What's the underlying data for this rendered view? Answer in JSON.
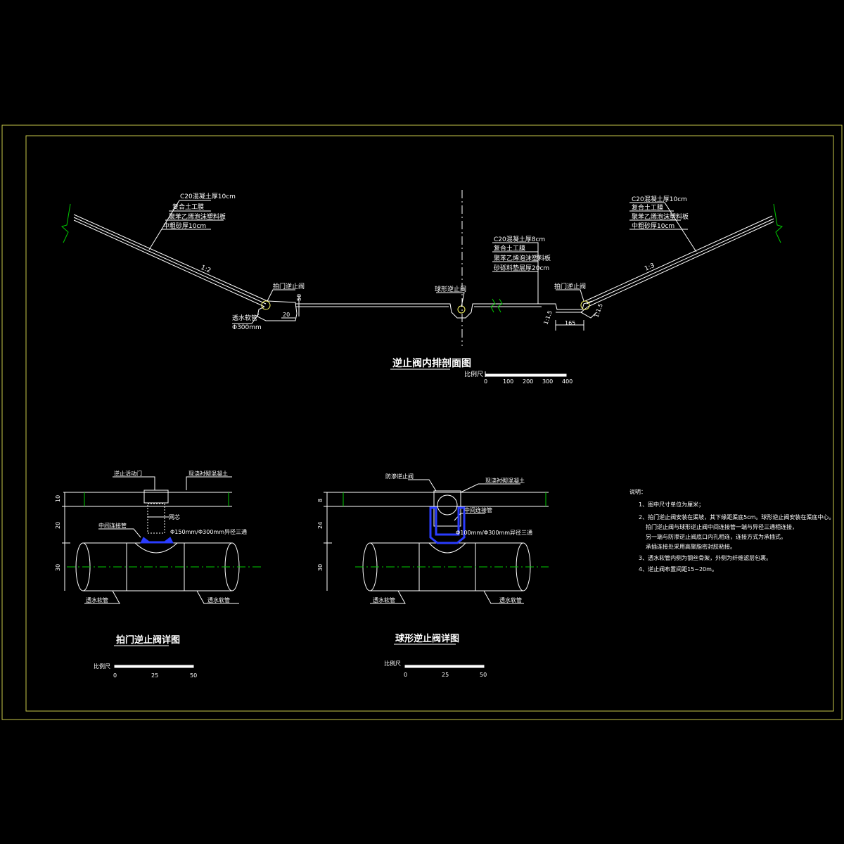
{
  "colors": {
    "background": "#000000",
    "frame": "#c8c84a",
    "line": "#ffffff",
    "yellow": "#ffff66",
    "green": "#00cc00",
    "blue": "#2a3cff"
  },
  "main_section": {
    "title": "逆止阀内排剖面图",
    "scale_label": "比例尺",
    "scale_ticks": [
      "0",
      "100",
      "200",
      "300",
      "400"
    ],
    "left_callouts": [
      "C20混凝土厚10cm",
      "复合土工膜",
      "聚苯乙烯泡沫塑料板",
      "中粗砂厚10cm"
    ],
    "right_callouts": [
      "C20混凝土厚10cm",
      "复合土工膜",
      "聚苯乙烯泡沫塑料板",
      "中粗砂厚10cm"
    ],
    "center_callouts": [
      "C20混凝土厚8cm",
      "复合土工膜",
      "聚苯乙烯泡沫塑料板",
      "砂砾料垫层厚20cm"
    ],
    "slope_left": "1:2",
    "slope_right": "1:3",
    "slope_small_1": "1:1.5",
    "slope_small_2": "1:1.5",
    "valve_left": "拍门逆止阀",
    "valve_center": "球形逆止阀",
    "valve_right": "拍门逆止阀",
    "drain_pipe_label": "透水软管",
    "drain_pipe_dia": "Φ300mm",
    "dim_20": "20",
    "dim_50": "50",
    "dim_165": "165"
  },
  "detail_left": {
    "title": "拍门逆止阀详图",
    "label_door": "逆止活动门",
    "label_concrete": "现浇衬砌混凝土",
    "label_screen": "网芯",
    "label_connect": "中间连接管",
    "label_tee": "Φ150mm/Φ300mm异径三通",
    "label_pipe_left": "透水软管",
    "label_pipe_right": "透水软管",
    "dims": [
      "10",
      "20",
      "30"
    ],
    "scale_label": "比例尺",
    "scale_ticks": [
      "0",
      "25",
      "50"
    ]
  },
  "detail_mid": {
    "title": "球形逆止阀详图",
    "label_valve": "防渗逆止阀",
    "label_concrete": "现浇衬砌混凝土",
    "label_connect": "中间连接管",
    "label_tee": "Φ100mm/Φ300mm异径三通",
    "label_pipe_left": "透水软管",
    "label_pipe_right": "透水软管",
    "dims": [
      "8",
      "24",
      "30"
    ],
    "scale_label": "比例尺",
    "scale_ticks": [
      "0",
      "25",
      "50"
    ]
  },
  "notes": {
    "heading": "说明：",
    "items": [
      "1、图中尺寸单位为厘米；",
      "2、拍门逆止阀安装在渠坡，其下缘距渠底5cm。球形逆止阀安装在渠底中心。",
      "拍门逆止阀与球形逆止阀中间连接管一端与异径三通相连接，",
      "另一端与防渗逆止阀底口内孔相连，连接方式为承插式。",
      "承插连接处采用高聚脂密封胶粘接。",
      "3、透水软管内侧为钢丝骨架，外侧为纤维滤层包裹。",
      "4、逆止阀布置间距15~20m。"
    ]
  }
}
